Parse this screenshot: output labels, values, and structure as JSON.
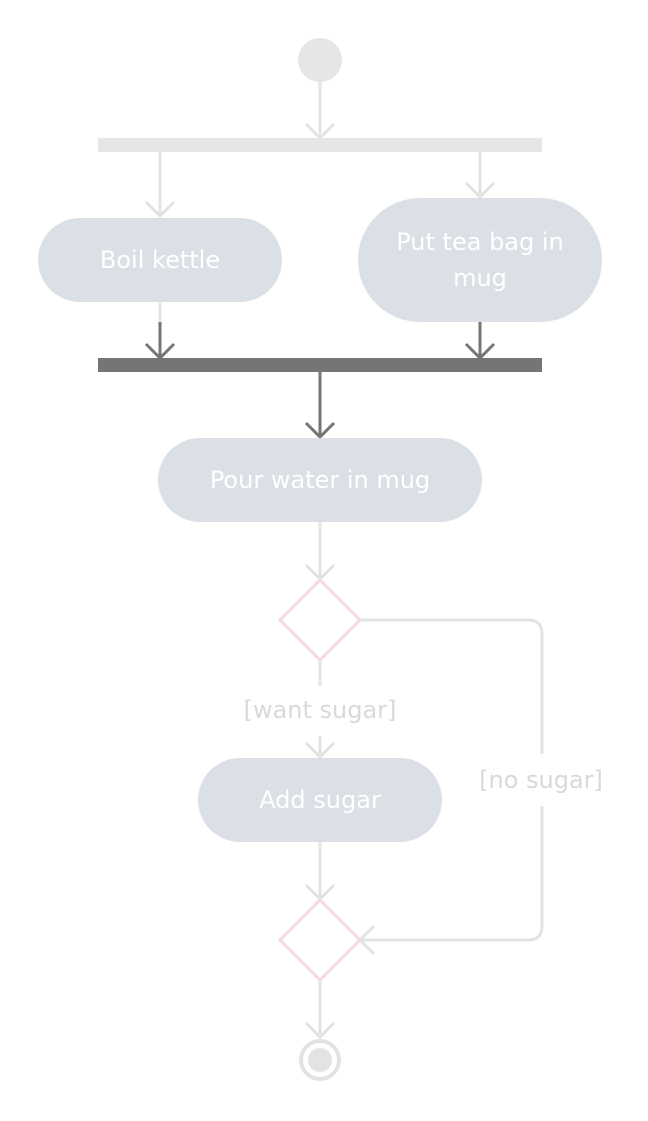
{
  "diagram": {
    "actions": {
      "boil_kettle": "Boil kettle",
      "tea_bag_line1": "Put tea bag in",
      "tea_bag_line2": "mug",
      "pour_water": "Pour water in mug",
      "add_sugar": "Add sugar"
    },
    "guards": {
      "want_sugar": "[want sugar]",
      "no_sugar": "[no sugar]"
    }
  },
  "colors": {
    "action_fill": "#dae0e5",
    "action_text": "#ffffff",
    "faded_line": "#e3e3e3",
    "join_bar": "#757575",
    "decision_stroke": "#f2dadd",
    "guard_text": "#d9d9d9",
    "start_node": "#e6e6e6"
  }
}
